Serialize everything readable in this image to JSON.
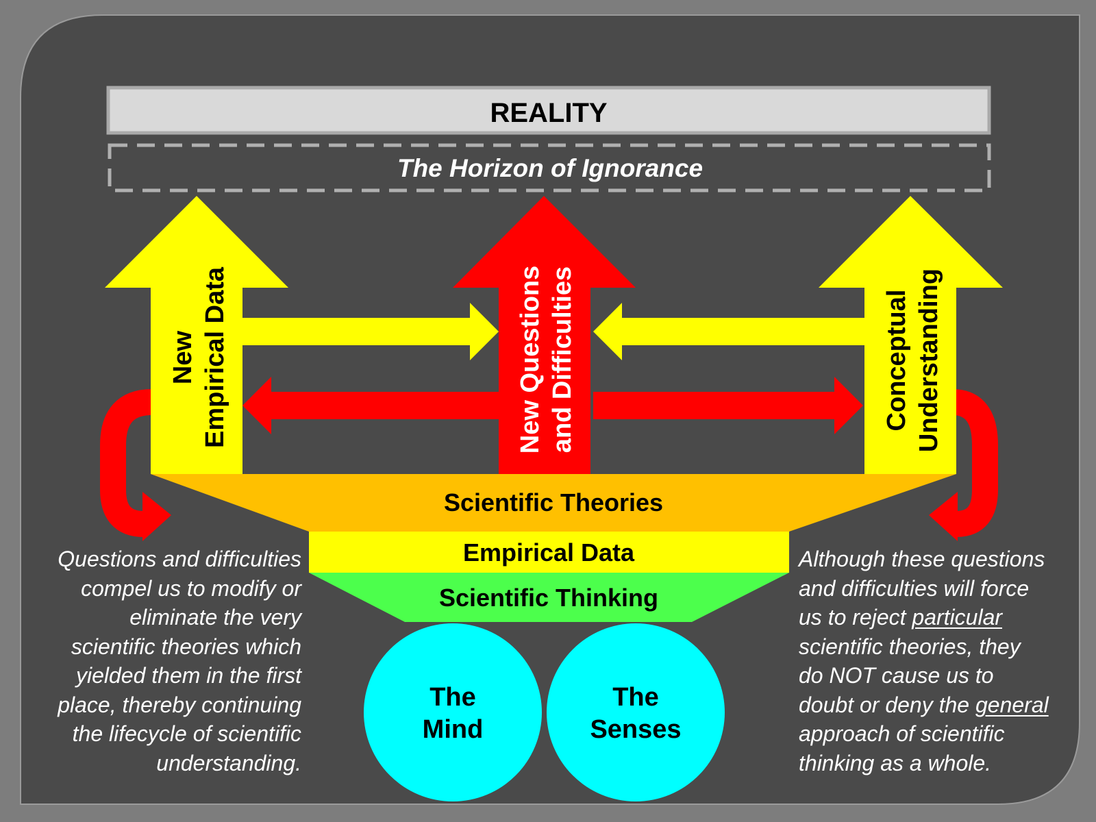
{
  "colors": {
    "page": "#7d7d7d",
    "panel": "#4a4a4a",
    "reality_box": "#d9d9d9",
    "yellow": "#ffff00",
    "red": "#ff0000",
    "orange": "#ffc000",
    "green": "#4cff4c",
    "cyan": "#00ffff"
  },
  "reality": {
    "label": "REALITY"
  },
  "horizon": {
    "label": "The Horizon of Ignorance"
  },
  "arrows": {
    "left": {
      "line1": "New",
      "line2": "Empirical Data"
    },
    "center": {
      "line1": "New Questions",
      "line2": "and Difficulties"
    },
    "right": {
      "line1": "Conceptual",
      "line2": "Understanding"
    }
  },
  "layers": {
    "theories": "Scientific Theories",
    "data": "Empirical Data",
    "thinking": "Scientific Thinking"
  },
  "circles": {
    "mind": {
      "line1": "The",
      "line2": "Mind"
    },
    "senses": {
      "line1": "The",
      "line2": "Senses"
    }
  },
  "captions": {
    "left": [
      "Questions and difficulties",
      "compel us to modify or",
      "eliminate the very",
      "scientific theories which",
      "yielded them in the first",
      "place, thereby continuing",
      "the lifecycle of scientific",
      "understanding."
    ],
    "right": {
      "l1": "Although these questions",
      "l2": "and difficulties will force",
      "l3_pre": "us to reject ",
      "l3_underlined": "particular",
      "l4": "scientific theories, they",
      "l5": "do NOT cause us to",
      "l6_pre": "doubt or deny the ",
      "l6_underlined": "general",
      "l7": "approach of scientific",
      "l8": "thinking as a whole."
    }
  }
}
